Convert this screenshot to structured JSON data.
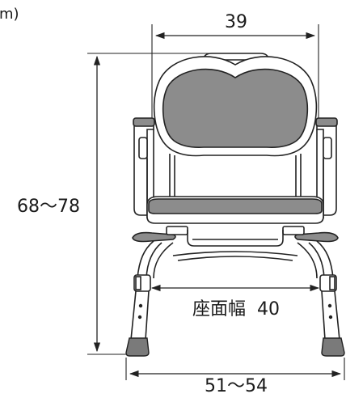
{
  "unit_label": "m)",
  "dims": {
    "top_width": "39",
    "height": "68～78",
    "seat_width": "座面幅  40",
    "base_width": "51～54"
  },
  "colors": {
    "pad": "#8c8c8c",
    "line": "#222222",
    "tip": "#7a7a7a"
  }
}
